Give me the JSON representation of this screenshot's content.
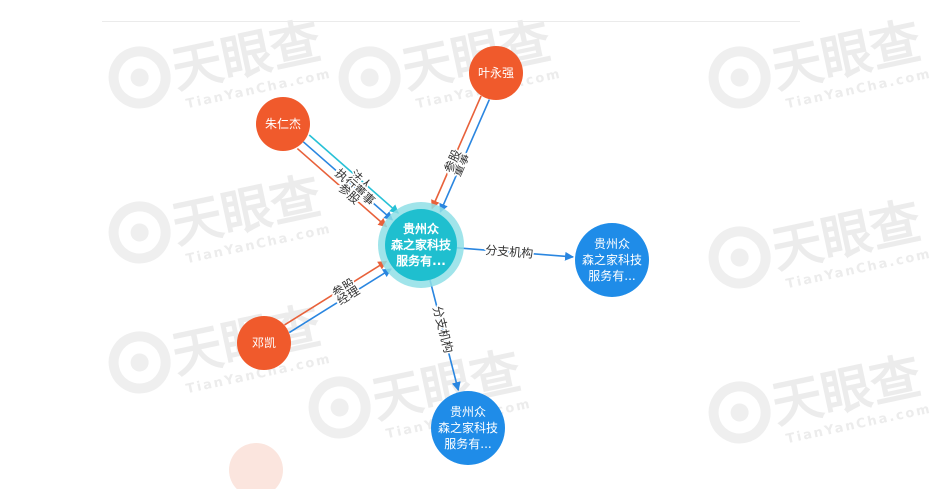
{
  "watermark": {
    "brand": "天眼查",
    "sub": "TianYanCha.com",
    "com": ".com"
  },
  "colors": {
    "person": "#f05a2c",
    "company": "#1f8ce8",
    "center": "#1fbfcf",
    "center_halo": "#8fdfe6",
    "edge_orange": "#e8613a",
    "edge_blue": "#2a86e0",
    "edge_cyan": "#27c1d6"
  },
  "graph": {
    "nodes": [
      {
        "id": "center",
        "kind": "center",
        "lines": [
          "贵州众",
          "森之家科技",
          "服务有..."
        ]
      },
      {
        "id": "zhurenjie",
        "kind": "person",
        "lines": [
          "朱仁杰"
        ]
      },
      {
        "id": "yeyongqiang",
        "kind": "person",
        "lines": [
          "叶永强"
        ]
      },
      {
        "id": "dengkai",
        "kind": "person",
        "lines": [
          "邓凯"
        ]
      },
      {
        "id": "branch1",
        "kind": "company",
        "lines": [
          "贵州众",
          "森之家科技",
          "服务有..."
        ]
      },
      {
        "id": "branch2",
        "kind": "company",
        "lines": [
          "贵州众",
          "森之家科技",
          "服务有..."
        ]
      }
    ],
    "edges": [
      {
        "from": "zhurenjie",
        "to": "center",
        "label": "法人",
        "color": "cyan"
      },
      {
        "from": "zhurenjie",
        "to": "center",
        "label": "执行董事",
        "color": "blue"
      },
      {
        "from": "zhurenjie",
        "to": "center",
        "label": "参股",
        "color": "orange"
      },
      {
        "from": "yeyongqiang",
        "to": "center",
        "label": "董事",
        "color": "blue"
      },
      {
        "from": "yeyongqiang",
        "to": "center",
        "label": "参股",
        "color": "orange"
      },
      {
        "from": "dengkai",
        "to": "center",
        "label": "参股",
        "color": "orange"
      },
      {
        "from": "dengkai",
        "to": "center",
        "label": "经理",
        "color": "blue"
      },
      {
        "from": "center",
        "to": "branch1",
        "label": "分支机构",
        "color": "blue"
      },
      {
        "from": "center",
        "to": "branch2",
        "label": "分支机构",
        "color": "blue"
      }
    ]
  }
}
